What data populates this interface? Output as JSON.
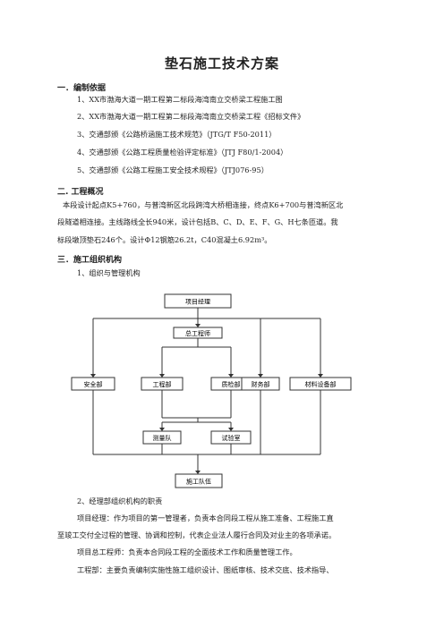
{
  "title": "垫石施工技术方案",
  "sections": {
    "s1": {
      "heading": "一．编制依据",
      "items": [
        "1、XX市渤海大道一期工程第二标段海湾南立交桥梁工程施工图",
        "2、XX市渤海大道一期工程第二标段海湾南立交桥梁工程《招标文件》",
        "3、交通部颁《公路桥涵施工技术规范》（JTG/T F50-2011）",
        "4、交通部颁《公路工程质量检验评定标准》（JTJ F80/1-2004）",
        "5、交通部颁《公路工程施工安全技术规程》（JTJ076-95）"
      ]
    },
    "s2": {
      "heading": "二. 工程概况",
      "lines": [
        "本段设计起点K5+760，与普湾新区北段跨湾大桥相连接，终点K6+700与普湾新区北",
        "段隧道相连接。主线路线全长940米，设计包括B、C、D、E、F、G、H七条匝道。我",
        "标段墩顶垫石246个。设计Φ12钢筋26.2t，C40混凝土6.92m³。"
      ]
    },
    "s3": {
      "heading": "三．施工组织机构",
      "sub1": "1、组织与管理机构",
      "sub2": "2、经理部组织机构的职责",
      "lines": [
        "项目经理：作为项目的第一管理者，负责本合同段工程从施工准备、工程施工直",
        "至竣工交付全过程的管理、协调和控制，代表企业法人履行合同及对业主的各项承诺。",
        "项目总工程师：负责本合同段工程的全面技术工作和质量管理工作。",
        "工程部：主要负责编制实施性施工组织设计、图纸审核、技术交底、技术指导、"
      ]
    }
  },
  "org_chart": {
    "nodes": {
      "manager": "项目经理",
      "chief_engineer": "总工程师",
      "safety": "安全部",
      "engineering": "工程部",
      "quality": "质检部",
      "finance": "财务部",
      "materials": "材料设备部",
      "survey": "测量队",
      "lab": "试验室",
      "team": "施工队伍"
    }
  }
}
